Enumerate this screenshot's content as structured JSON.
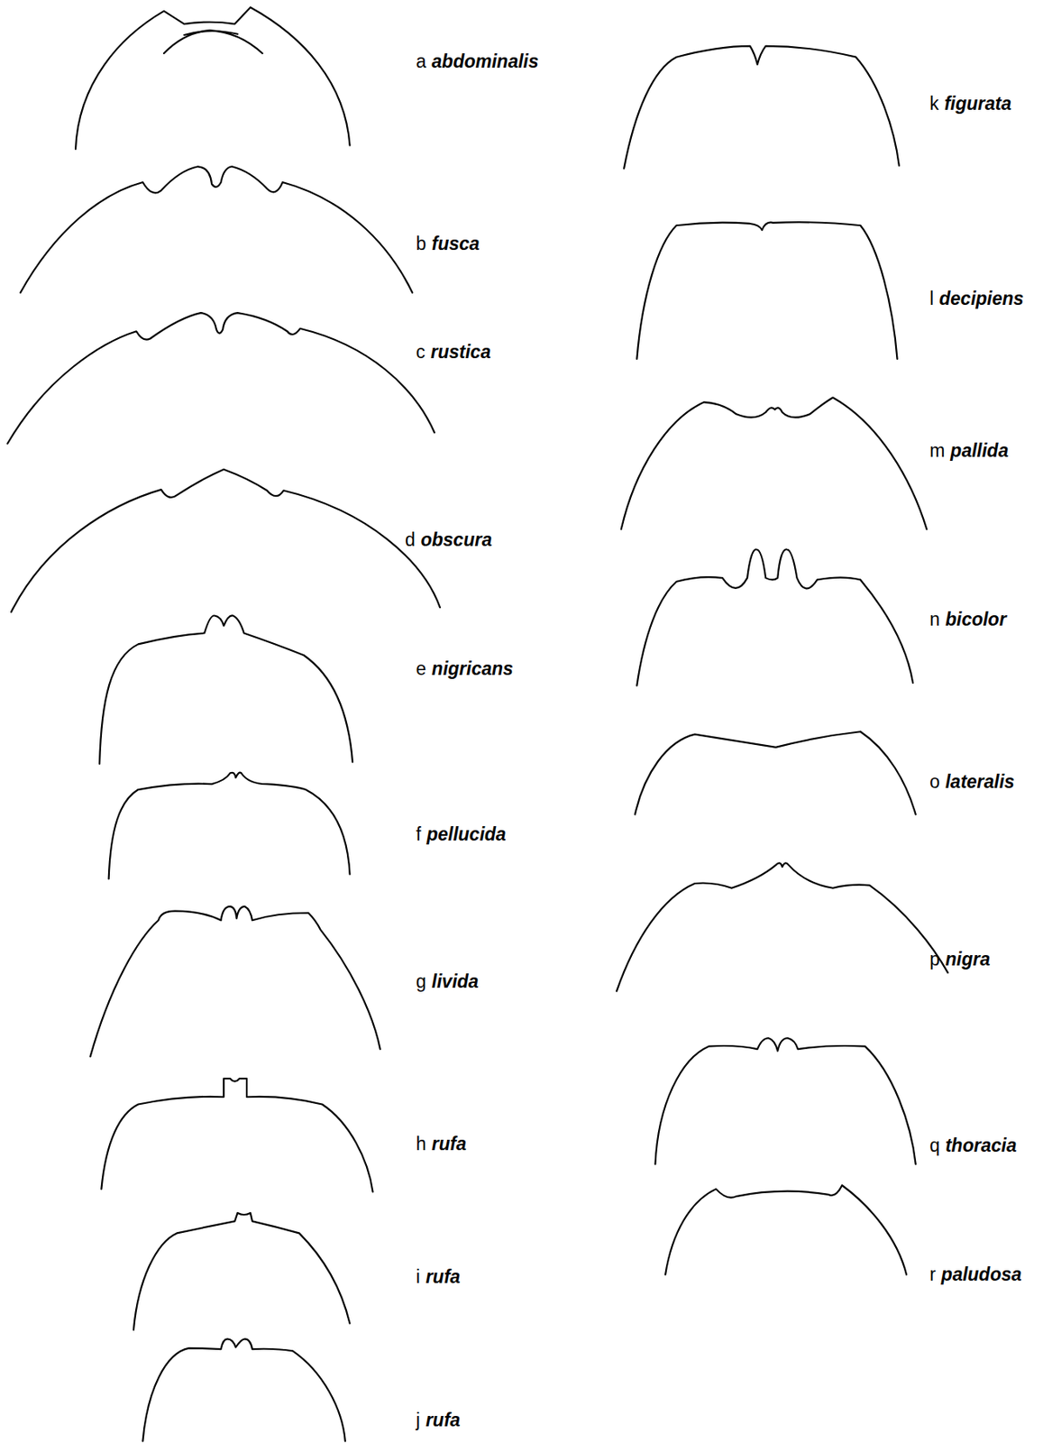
{
  "diagram": {
    "labels": [
      "a",
      "abdominalis",
      "b",
      "fusca",
      "c",
      "rustica",
      "d",
      "obscura",
      "e",
      "nigricans",
      "f",
      "pellucida",
      "g",
      "livida",
      "h",
      "rufa",
      "i",
      "rufa",
      "j",
      "rufa",
      "k",
      "figurata",
      "l",
      "decipiens",
      "m",
      "pallida",
      "n",
      "bicolor",
      "o",
      "lateralis",
      "p",
      "nigra",
      "q",
      "thoracia",
      "r",
      "paludosa"
    ]
  }
}
